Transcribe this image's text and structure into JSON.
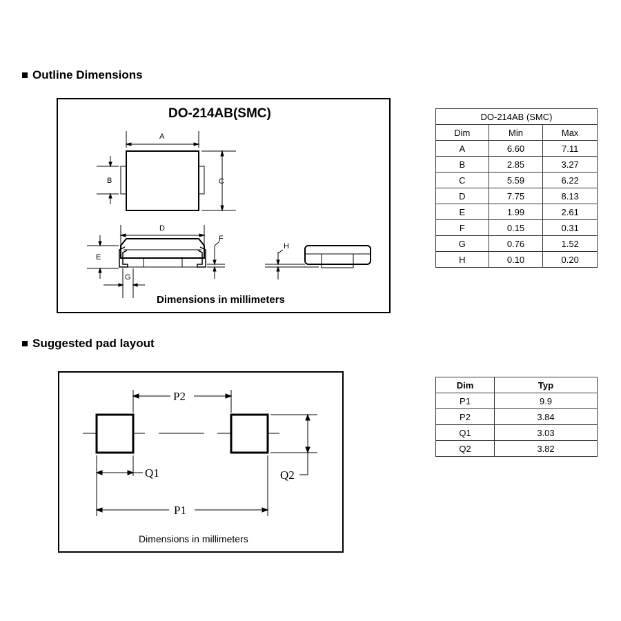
{
  "outline": {
    "heading": "Outline Dimensions",
    "package_title": "DO-214AB(SMC)",
    "units_note": "Dimensions in millimeters",
    "labels": {
      "A": "A",
      "B": "B",
      "C": "C",
      "D": "D",
      "E": "E",
      "F": "F",
      "G": "G",
      "H": "H"
    }
  },
  "dimension_table": {
    "title": "DO-214AB (SMC)",
    "headers": [
      "Dim",
      "Min",
      "Max"
    ],
    "rows": [
      [
        "A",
        "6.60",
        "7.11"
      ],
      [
        "B",
        "2.85",
        "3.27"
      ],
      [
        "C",
        "5.59",
        "6.22"
      ],
      [
        "D",
        "7.75",
        "8.13"
      ],
      [
        "E",
        "1.99",
        "2.61"
      ],
      [
        "F",
        "0.15",
        "0.31"
      ],
      [
        "G",
        "0.76",
        "1.52"
      ],
      [
        "H",
        "0.10",
        "0.20"
      ]
    ]
  },
  "pad_layout": {
    "heading": "Suggested pad layout",
    "units_note": "Dimensions in millimeters",
    "labels": {
      "P1": "P1",
      "P2": "P2",
      "Q1": "Q1",
      "Q2": "Q2"
    }
  },
  "pad_table": {
    "headers": [
      "Dim",
      "Typ"
    ],
    "rows": [
      [
        "P1",
        "9.9"
      ],
      [
        "P2",
        "3.84"
      ],
      [
        "Q1",
        "3.03"
      ],
      [
        "Q2",
        "3.82"
      ]
    ]
  }
}
